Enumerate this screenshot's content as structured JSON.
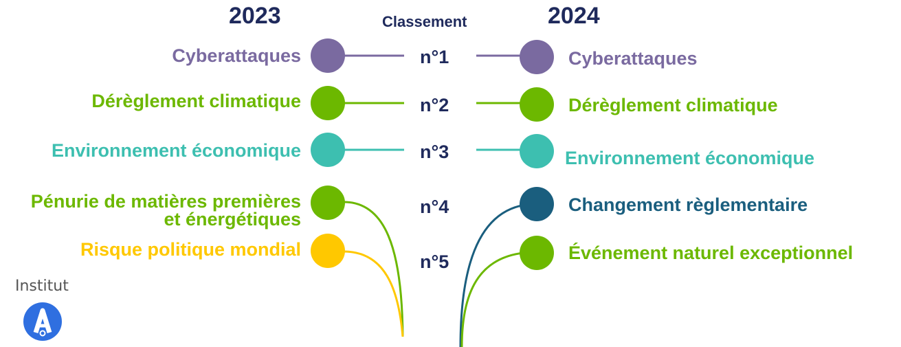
{
  "headers": {
    "year_left": "2023",
    "classement": "Classement",
    "year_right": "2024"
  },
  "ranks": [
    "n°1",
    "n°2",
    "n°3",
    "n°4",
    "n°5"
  ],
  "left_2023": [
    {
      "lines": [
        "Cyberattaques"
      ],
      "color": "#7a6aa0"
    },
    {
      "lines": [
        "Dérèglement climatique"
      ],
      "color": "#6cb800"
    },
    {
      "lines": [
        "Environnement économique"
      ],
      "color": "#3dbfb0"
    },
    {
      "lines": [
        "Pénurie de matières premières",
        "et énergétiques"
      ],
      "color": "#6cb800"
    },
    {
      "lines": [
        "Risque politique mondial"
      ],
      "color": "#ffc800"
    }
  ],
  "right_2024": [
    {
      "lines": [
        "Cyberattaques"
      ],
      "color": "#7a6aa0"
    },
    {
      "lines": [
        "Dérèglement climatique"
      ],
      "color": "#6cb800"
    },
    {
      "lines": [
        "Environnement économique"
      ],
      "color": "#3dbfb0"
    },
    {
      "lines": [
        "Changement règlementaire"
      ],
      "color": "#1a5e7e"
    },
    {
      "lines": [
        "Événement naturel exceptionnel"
      ],
      "color": "#6cb800"
    }
  ],
  "logo": {
    "text": "Institut",
    "letter": "A"
  }
}
